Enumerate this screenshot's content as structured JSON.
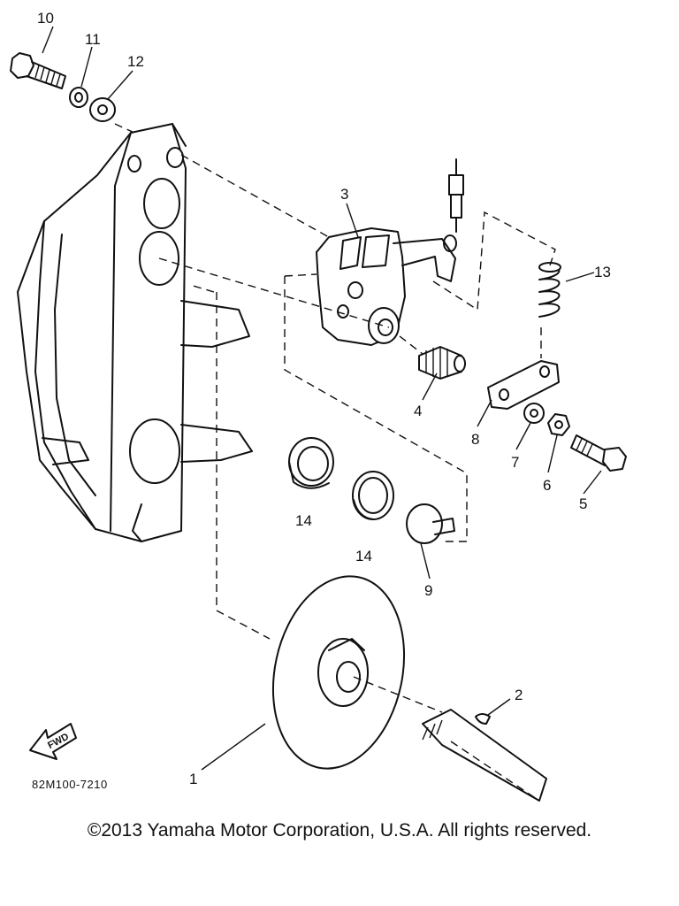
{
  "callouts": [
    "1",
    "2",
    "3",
    "4",
    "5",
    "6",
    "7",
    "8",
    "9",
    "10",
    "11",
    "12",
    "13",
    "14",
    "14"
  ],
  "diagram_code": "82M100-7210",
  "direction_arrow_text": "FWD",
  "copyright": "©2013 Yamaha Motor Corporation, U.S.A. All rights reserved."
}
